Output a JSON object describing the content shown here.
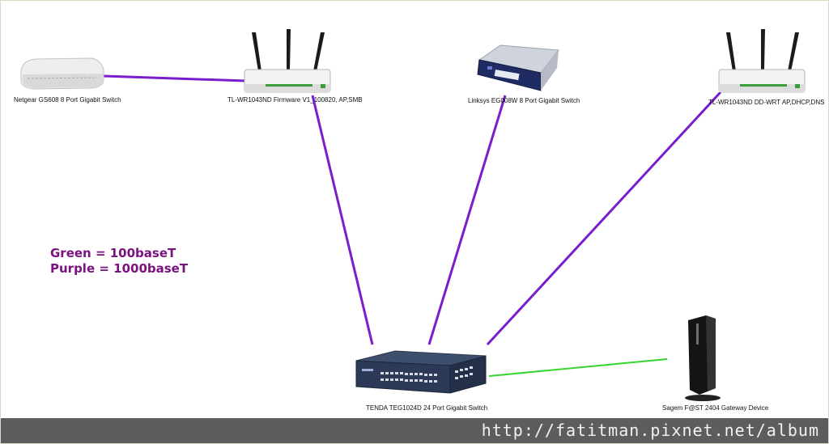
{
  "devices": {
    "netgear": "Netgear GS608 8 Port Gigabit Switch",
    "tplink1": "TL-WR1043ND Firmware V1_100820, AP,SMB",
    "linksys": "Linksys EG008W 8 Port Gigabit Switch",
    "tplink2": "TL-WR1043ND DD-WRT AP,DHCP,DNS",
    "tenda": "TENDA TEG1024D 24 Port Gigabit Switch",
    "sagem": "Sagem F@ST 2404 Gateway Device"
  },
  "legend": {
    "green": "Green = 100baseT",
    "purple": "Purple = 1000baseT"
  },
  "colors": {
    "purple_link": "#7a1dcc",
    "green_link": "#35d42e",
    "legend_text": "#7a1380"
  },
  "watermark": "http://fatitman.pixnet.net/album"
}
